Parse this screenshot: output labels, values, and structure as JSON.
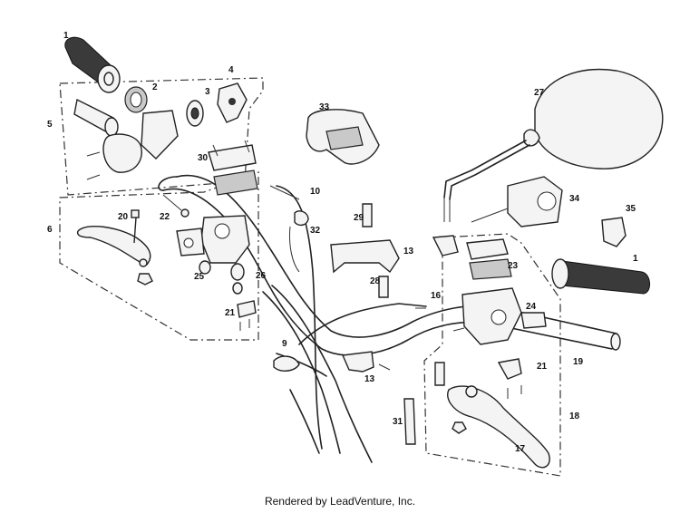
{
  "diagram": {
    "callouts": {
      "c1": "1",
      "c1b": "1",
      "c2": "2",
      "c3": "3",
      "c4": "4",
      "c5": "5",
      "c6": "6",
      "c9": "9",
      "c10": "10",
      "c13": "13",
      "c13b": "13",
      "c16": "16",
      "c17": "17",
      "c18": "18",
      "c19": "19",
      "c20": "20",
      "c21": "21",
      "c21b": "21",
      "c22": "22",
      "c23": "23",
      "c24": "24",
      "c25": "25",
      "c26": "26",
      "c27": "27",
      "c28": "28",
      "c29": "29",
      "c30": "30",
      "c31": "31",
      "c32": "32",
      "c33": "33",
      "c34": "34",
      "c35": "35"
    },
    "colors": {
      "line": "#222222",
      "fill": "#f4f4f4",
      "shade": "#c9c9c9",
      "dark": "#3a3a3a"
    }
  },
  "footer": {
    "text": "Rendered by LeadVenture, Inc."
  }
}
